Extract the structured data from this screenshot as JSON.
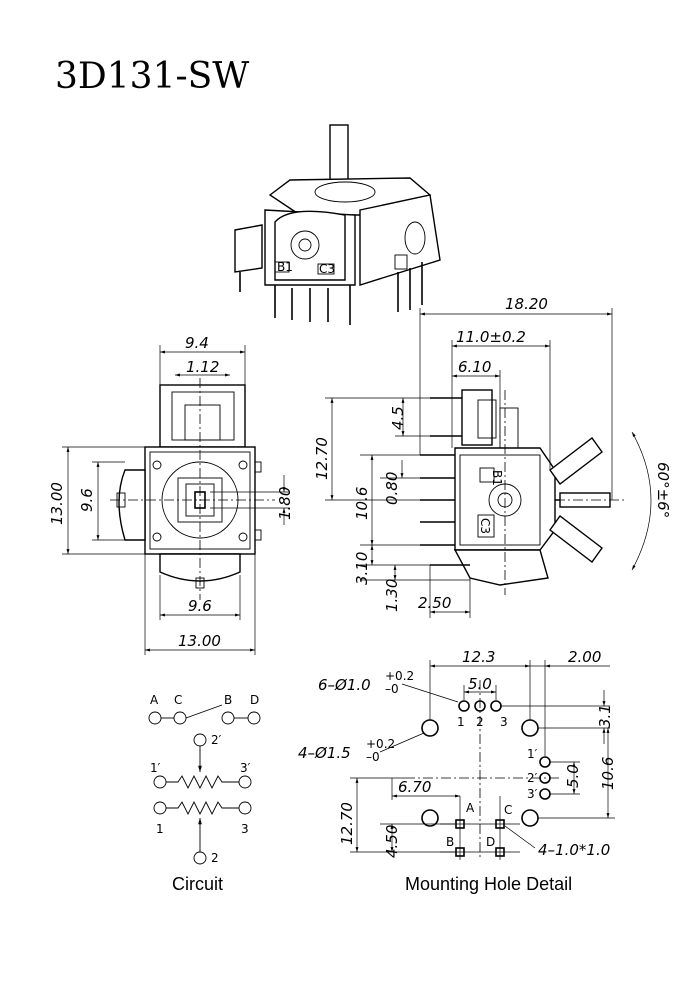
{
  "title": "3D131-SW",
  "front_view": {
    "width_top": "9.4",
    "knob_width": "1.12",
    "height_overall": "13.00",
    "height_inner": "9.6",
    "slot_dim": "1.80",
    "width_inner": "9.6",
    "width_overall": "13.00"
  },
  "side_view": {
    "overall": "18.20",
    "pin_span": "11.0±0.2",
    "pin_offset": "6.10",
    "height_top": "4.5",
    "height_total": "12.70",
    "pitch": "0.80",
    "body_height": "10.6",
    "h_310": "3.10",
    "h_130": "1.30",
    "w_250": "2.50",
    "angle": "60°±6°",
    "label_b1": "B1",
    "label_c3": "C3"
  },
  "circuit": {
    "caption": "Circuit",
    "switch_labels": [
      "A",
      "C",
      "B",
      "D"
    ],
    "pot_labels": [
      "2′",
      "1′",
      "3′",
      "1",
      "3",
      "2"
    ]
  },
  "mounting": {
    "caption": "Mounting Hole Detail",
    "dim_123": "12.3",
    "dim_200": "2.00",
    "dim_50_top": "5.0",
    "dim_31": "3.1",
    "dim_50_side": "5.0",
    "dim_106": "10.6",
    "dim_670": "6.70",
    "dim_1270": "12.70",
    "dim_450": "4.50",
    "note_small_holes": "6–Ø1.0",
    "note_small_tol_up": "+0.2",
    "note_small_tol_down": "–0",
    "note_large_holes": "4–Ø1.5",
    "note_large_tol_up": "+0.2",
    "note_large_tol_down": "–0",
    "note_square": "4–1.0*1.0",
    "pin_labels": [
      "1",
      "2",
      "3",
      "1′",
      "2′",
      "3′",
      "A",
      "B",
      "C",
      "D"
    ]
  }
}
